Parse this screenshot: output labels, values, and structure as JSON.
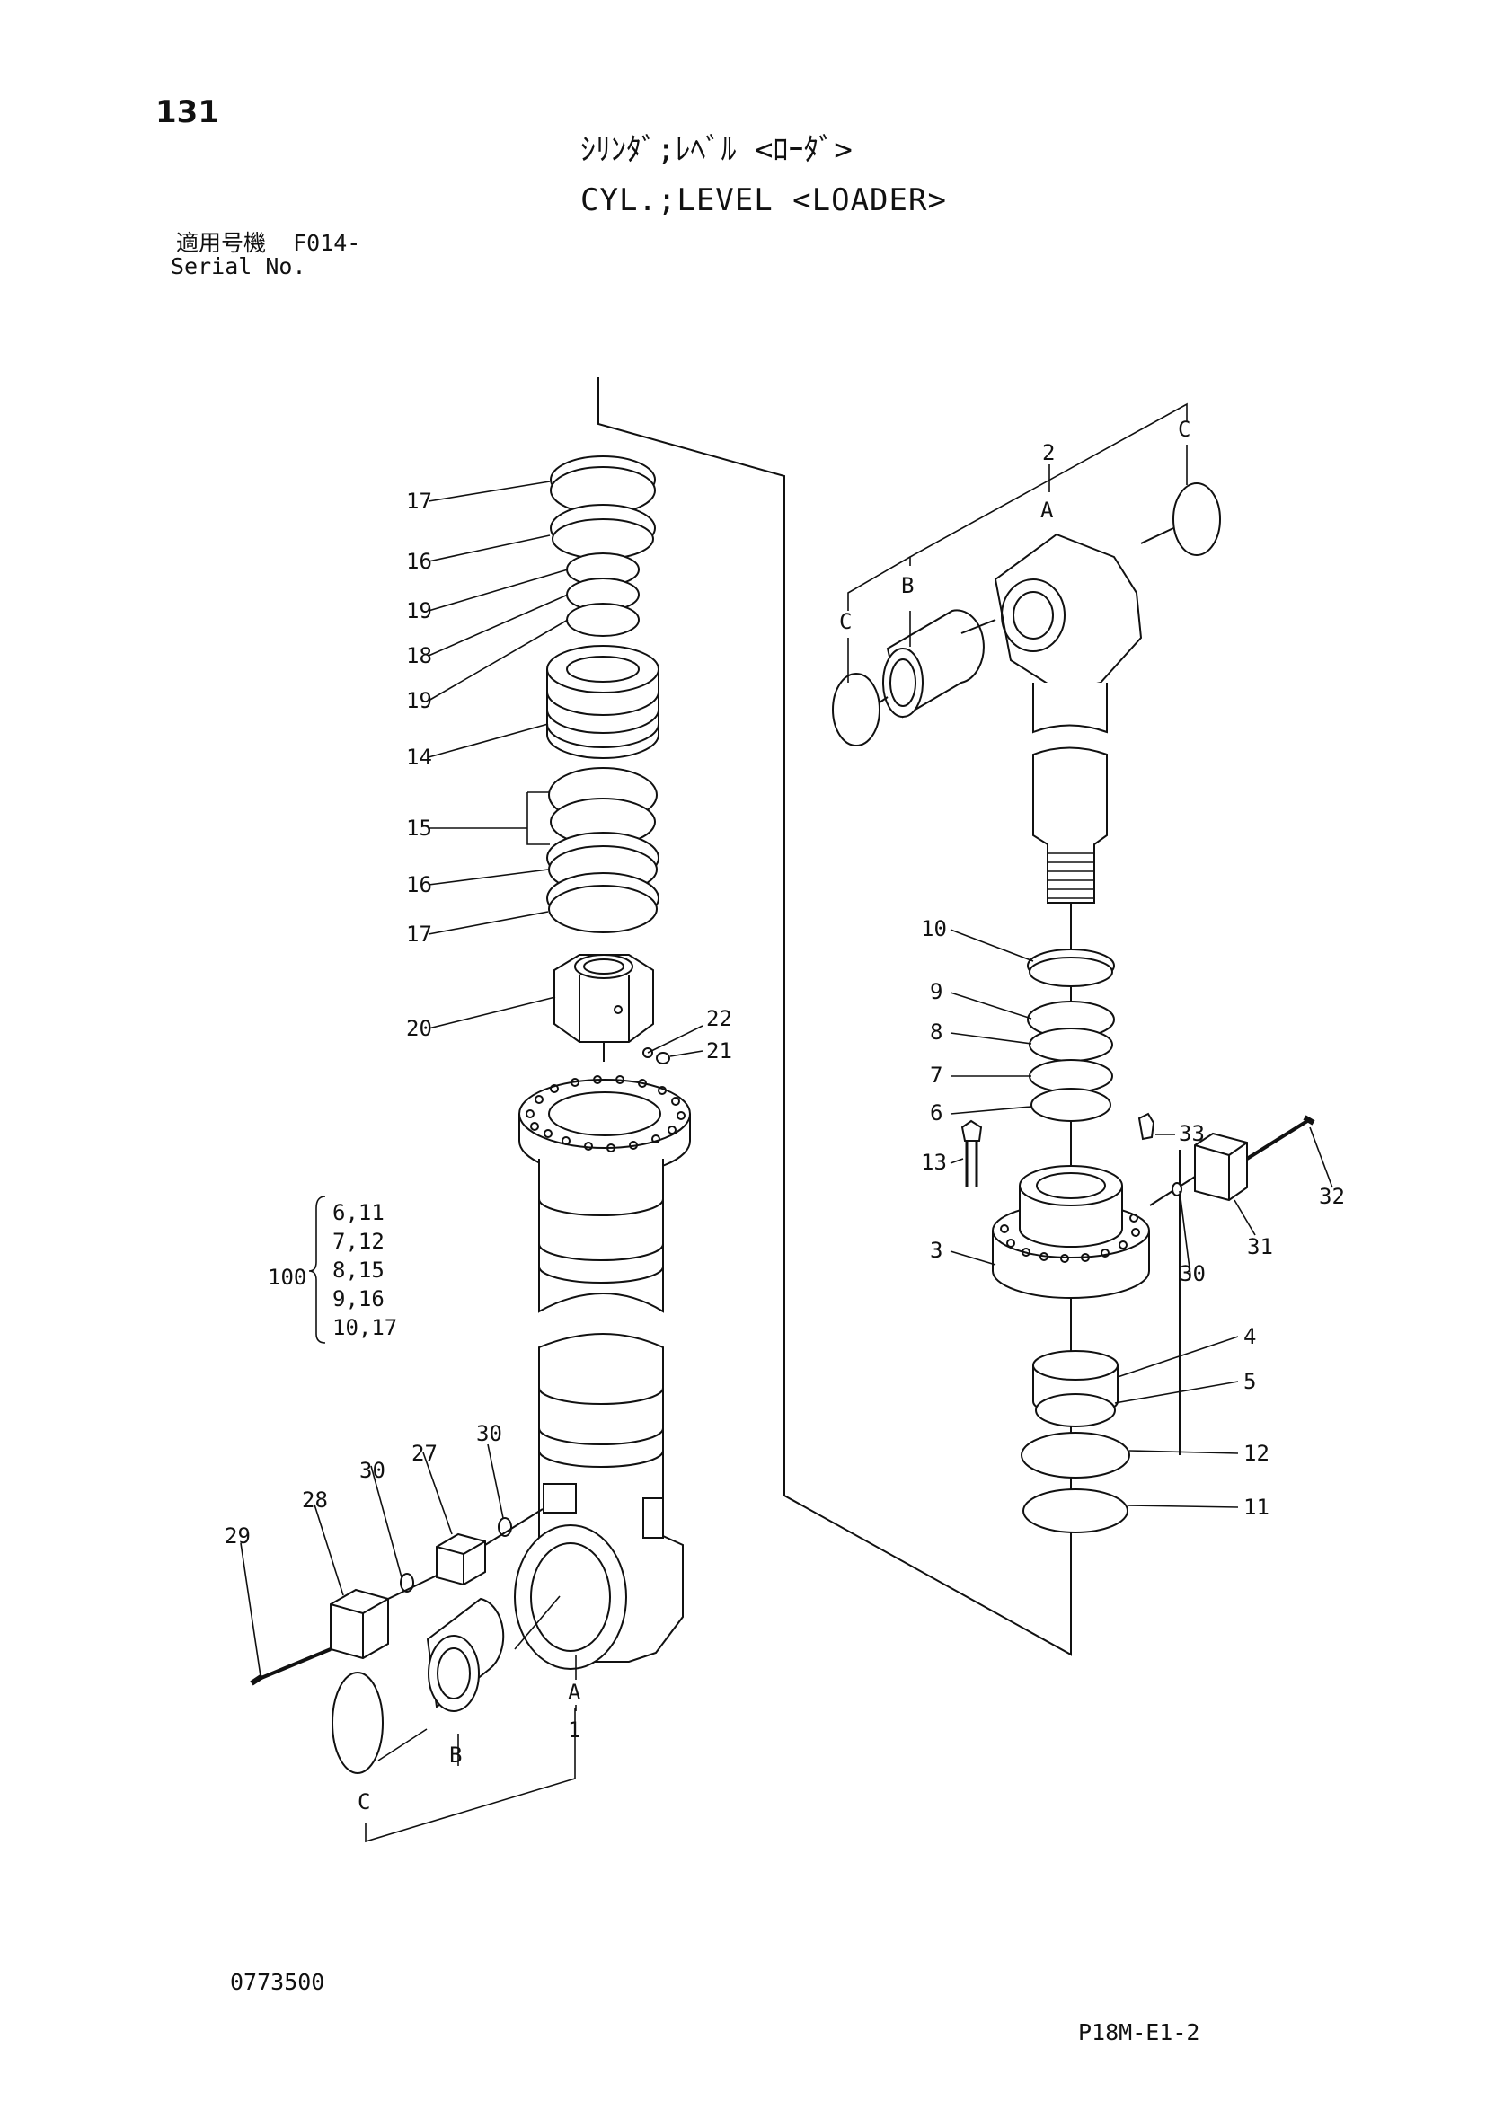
{
  "header": {
    "page_number": "131",
    "title_jp": "ｼﾘﾝﾀﾞ;ﾚﾍﾞﾙ <ﾛｰﾀﾞ>",
    "title_en": "CYL.;LEVEL <LOADER>",
    "applicable_label": "適用号機  F014-",
    "serial_label": "Serial No."
  },
  "footer": {
    "drawing_no": "0773500",
    "sheet_code": "P18M-E1-2"
  },
  "callouts": {
    "l17a": "17",
    "l16a": "16",
    "l19a": "19",
    "l18": "18",
    "l19b": "19",
    "l14": "14",
    "l15": "15",
    "l16b": "16",
    "l17b": "17",
    "l20": "20",
    "l22": "22",
    "l21": "21",
    "l30a": "30",
    "l27": "27",
    "l30b": "30",
    "l28": "28",
    "l29": "29",
    "lA1": "A",
    "l1": "1",
    "lB1": "B",
    "lC1": "C",
    "r2": "2",
    "rA": "A",
    "rB": "B",
    "rCa": "C",
    "rCb": "C",
    "r10": "10",
    "r9": "9",
    "r8": "8",
    "r7": "7",
    "r6": "6",
    "r13": "13",
    "r33": "33",
    "r32": "32",
    "r3": "3",
    "r30": "30",
    "r31": "31",
    "r4": "4",
    "r5": "5",
    "r12": "12",
    "r11": "11"
  },
  "kit": {
    "number": "100",
    "items": [
      "6,11",
      "7,12",
      "8,15",
      "9,16",
      "10,17"
    ]
  }
}
